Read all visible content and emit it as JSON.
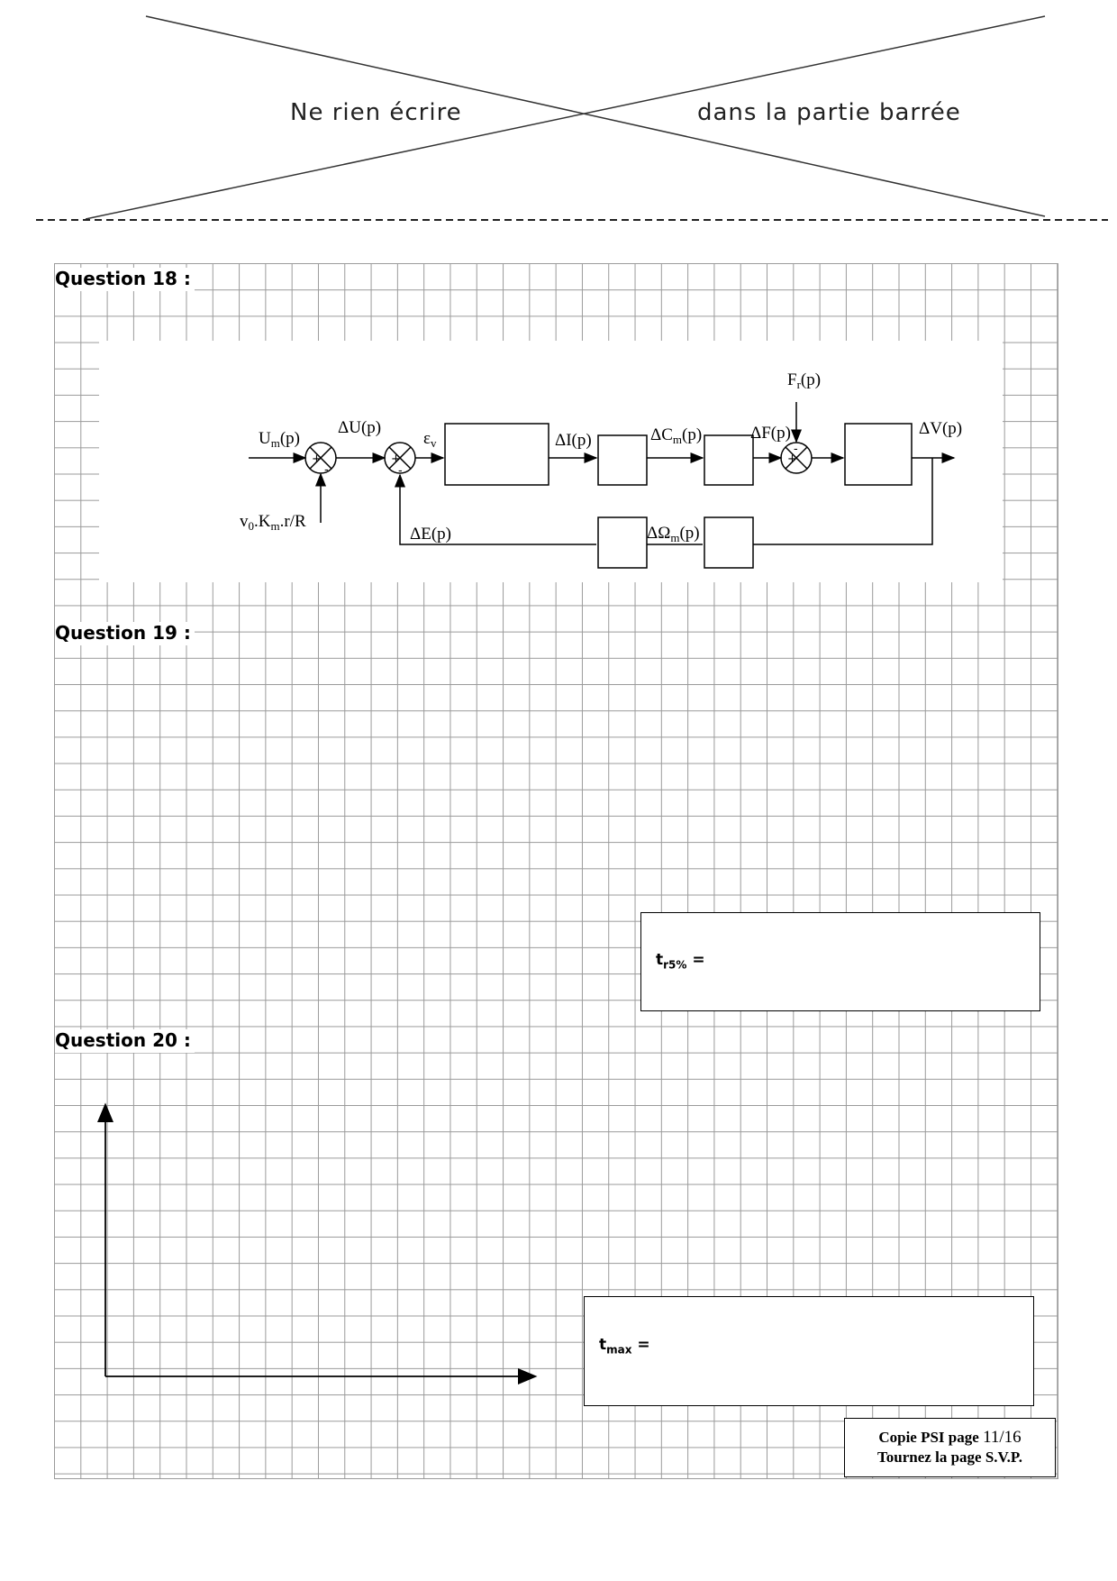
{
  "banner": {
    "left_text": "Ne rien écrire",
    "right_text": "dans la partie barrée"
  },
  "questions": [
    {
      "label": "Question 18 :"
    },
    {
      "label": "Question 19 :"
    },
    {
      "label": "Question 20 :"
    }
  ],
  "diagram": {
    "labels": {
      "um": "U",
      "um_sub": "m",
      "um_p": "(p)",
      "du": "ΔU(p)",
      "eps": "ε",
      "eps_sub": "v",
      "di": "ΔI(p)",
      "dcm": "ΔC",
      "dcm_sub": "m",
      "dcm_p": "(p)",
      "df": "ΔF(p)",
      "fr": "F",
      "fr_sub": "r",
      "fr_p": "(p)",
      "dv": "ΔV(p)",
      "v0": "v",
      "v0_sub": "0",
      "v0_mid": ".K",
      "v0_sub2": "m",
      "v0_end": ".r/R",
      "de": "ΔE(p)",
      "dom": "ΔΩ",
      "dom_sub": "m",
      "dom_p": "(p)"
    }
  },
  "answers": {
    "q19": {
      "label": "t",
      "sub": "r5%",
      "eq": " ="
    },
    "q20": {
      "label": "t",
      "sub": "max",
      "eq": " ="
    }
  },
  "footer": {
    "line1_prefix": "Copie PSI page ",
    "page": "11/16",
    "line2": "Tournez la page S.V.P."
  }
}
